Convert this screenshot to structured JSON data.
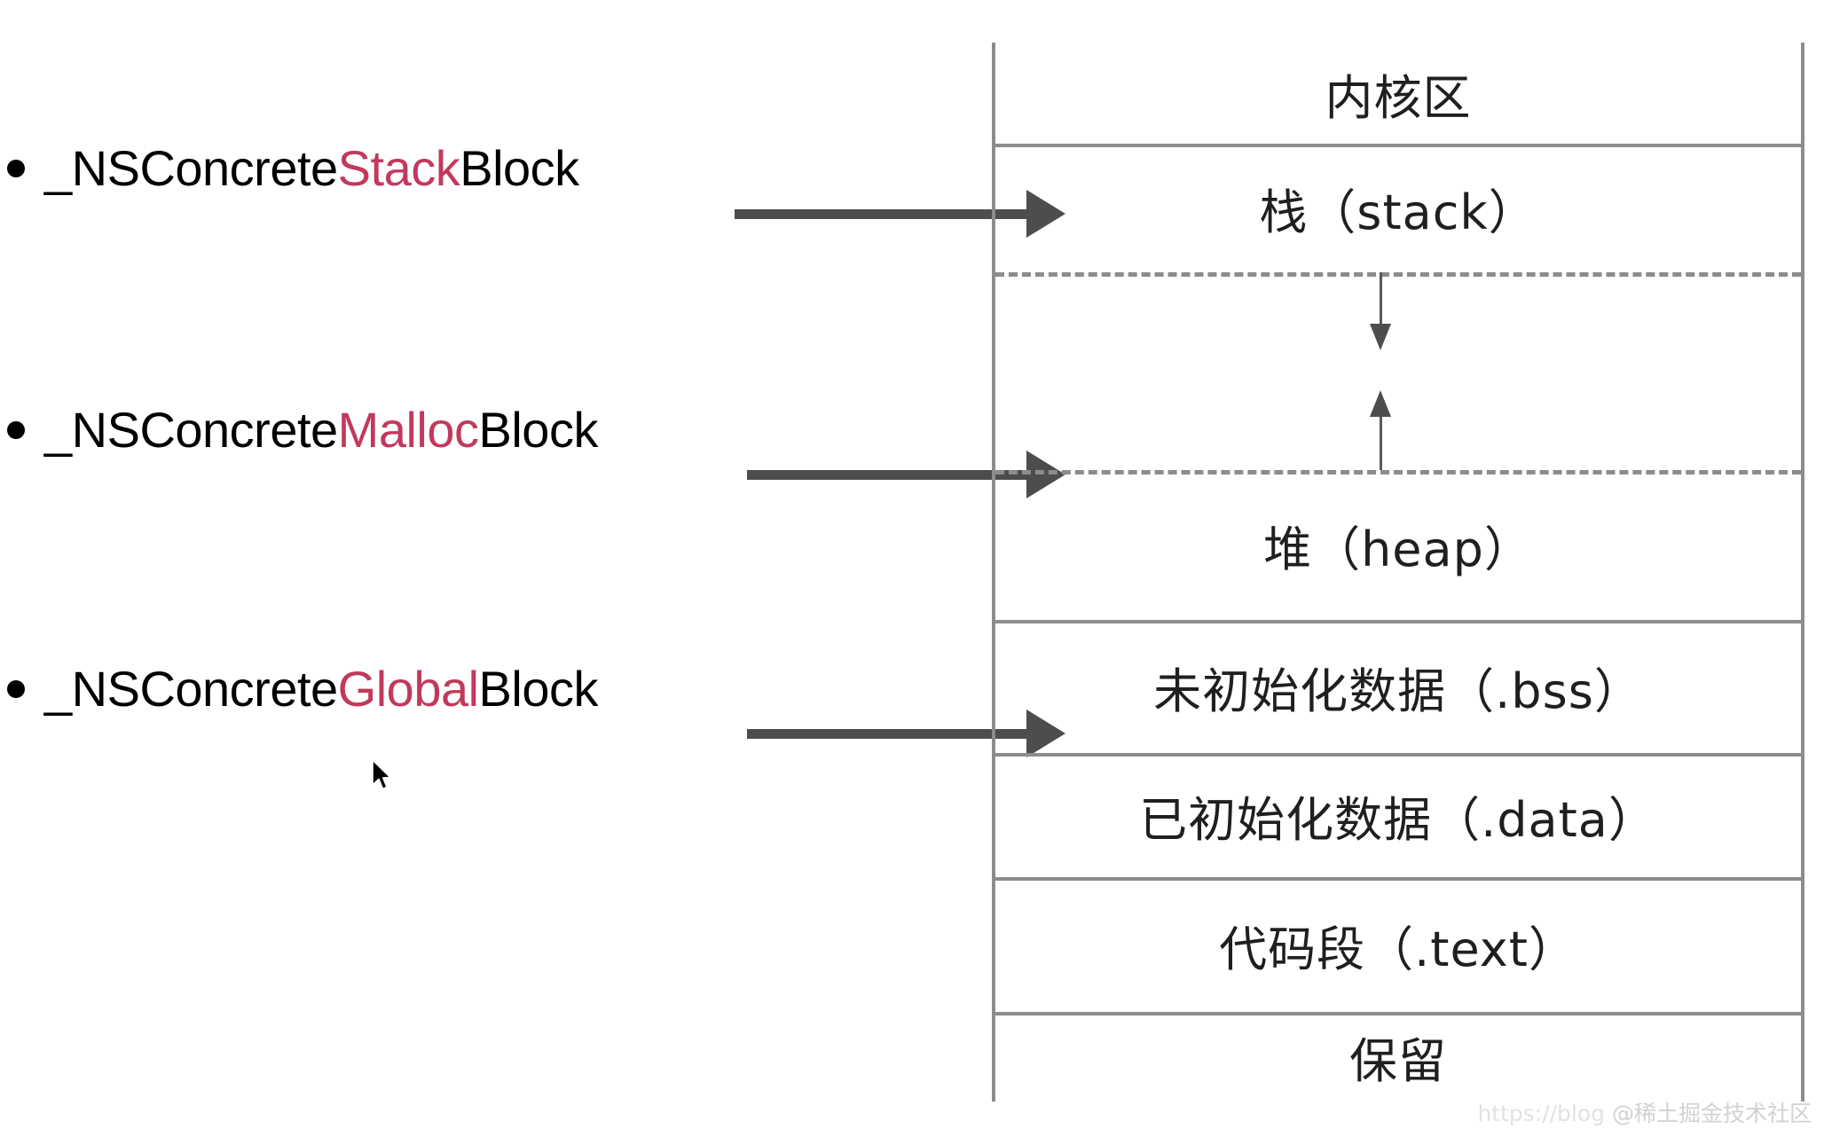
{
  "diagram": {
    "title_text": "",
    "accent_color": "#c2395b",
    "line_color": "#8c8c8c",
    "arrow_color": "#4d4d4d",
    "bullets": [
      {
        "prefix": "_NSConcrete",
        "highlight": "Stack",
        "suffix": "Block",
        "full": "_NSConcreteStackBlock"
      },
      {
        "prefix": "_NSConcrete",
        "highlight": "Malloc",
        "suffix": "Block",
        "full": "_NSConcreteMallocBlock"
      },
      {
        "prefix": "_NSConcrete",
        "highlight": "Global",
        "suffix": "Block",
        "full": "_NSConcreteGlobalBlock"
      }
    ],
    "memory_rows": [
      {
        "label": "内核区"
      },
      {
        "label": "栈（stack）"
      },
      {
        "label": ""
      },
      {
        "label": "堆（heap）"
      },
      {
        "label": "未初始化数据（.bss）"
      },
      {
        "label": "已初始化数据（.data）"
      },
      {
        "label": "代码段（.text）"
      },
      {
        "label": "保留"
      }
    ],
    "growth_arrows": [
      {
        "name": "stack-grows-down",
        "direction": "down"
      },
      {
        "name": "heap-grows-up",
        "direction": "up"
      }
    ],
    "watermark": {
      "url": "https://blog",
      "handle": "@稀土掘金技术社区"
    }
  }
}
